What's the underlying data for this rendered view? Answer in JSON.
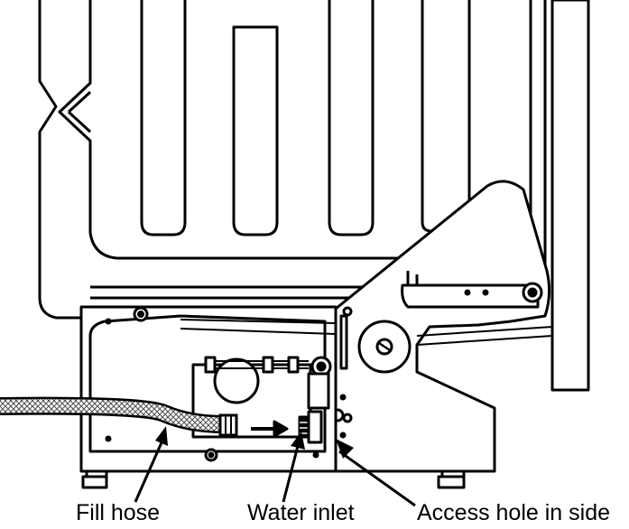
{
  "callouts": {
    "fill_hose": "Fill hose",
    "water_inlet": "Water inlet",
    "access_hole": "Access hole in side"
  },
  "colors": {
    "line": "#000000",
    "background": "#ffffff",
    "hose_mesh": "#6f6f6f"
  }
}
